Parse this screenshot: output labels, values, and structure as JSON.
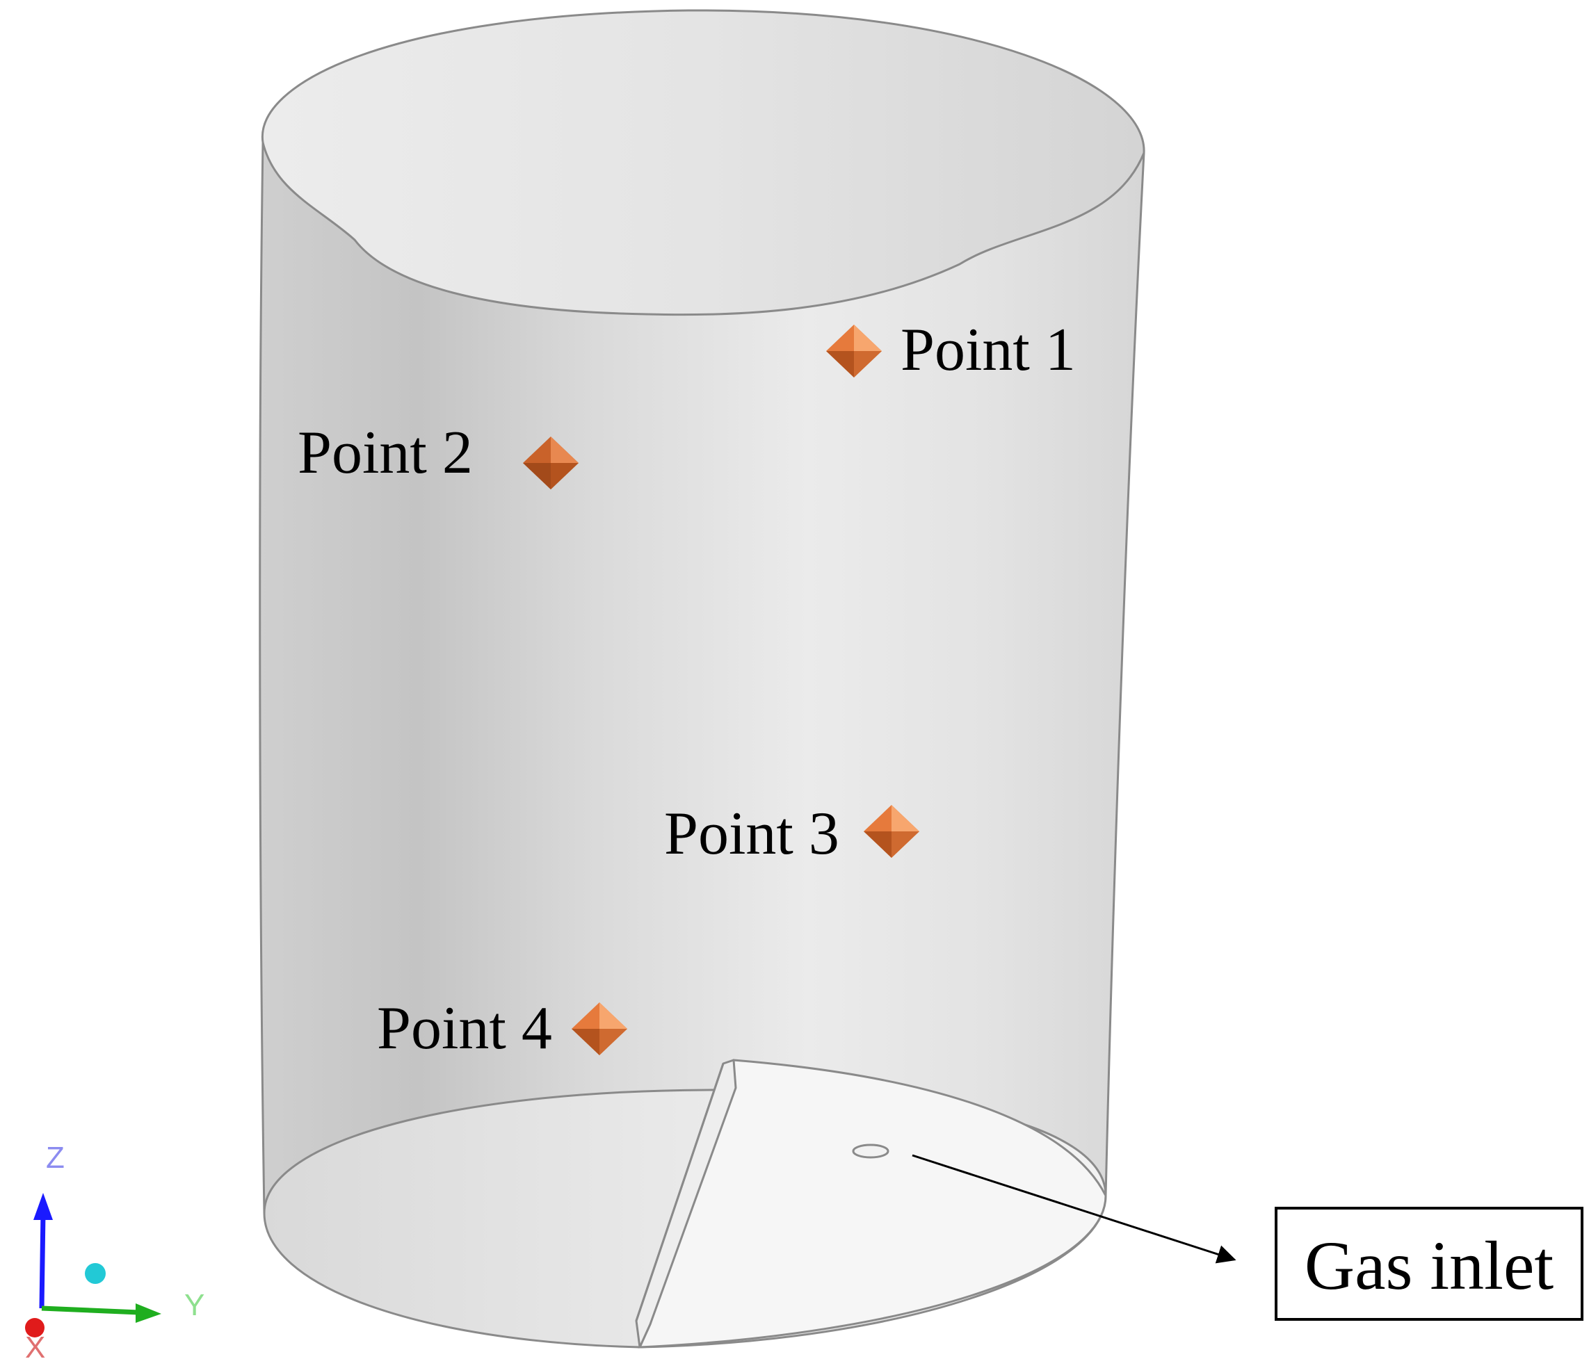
{
  "points": [
    {
      "id": "point-1",
      "label": "Point 1"
    },
    {
      "id": "point-2",
      "label": "Point 2"
    },
    {
      "id": "point-3",
      "label": "Point 3"
    },
    {
      "id": "point-4",
      "label": "Point 4"
    }
  ],
  "callout": {
    "label": "Gas inlet"
  },
  "axes": {
    "z": "Z",
    "y": "Y",
    "x": "X",
    "colors": {
      "z": "#1a1aff",
      "y": "#1fae1f",
      "x": "#e01b1b",
      "origin": "#22c9d6"
    },
    "label_colors": {
      "z": "#8c8cf0",
      "y": "#8ee08e",
      "x": "#e07070"
    }
  },
  "colors": {
    "marker": "#e67a3c",
    "marker_dark": "#b4531e",
    "marker_light": "#f7a66e",
    "cylinder_stroke": "#8a8a8a"
  }
}
